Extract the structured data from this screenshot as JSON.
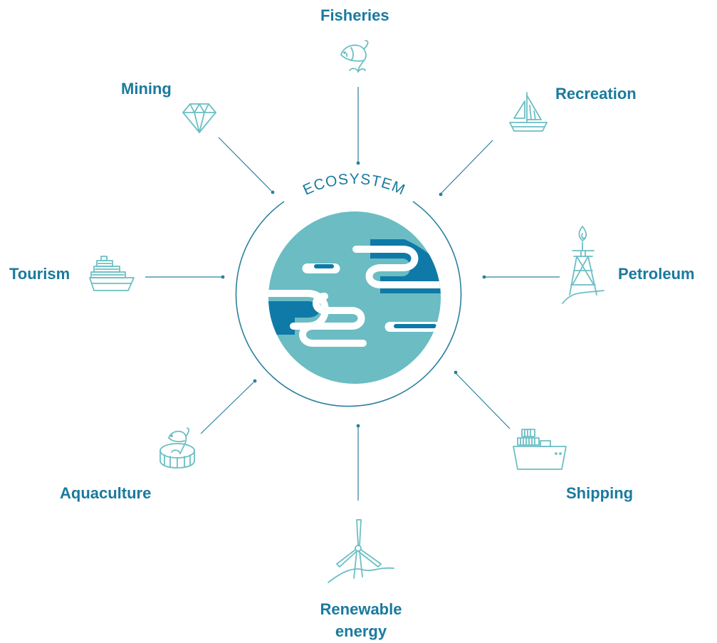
{
  "center": {
    "label": "ECOSYSTEM"
  },
  "sectors": {
    "fisheries": "Fisheries",
    "recreation": "Recreation",
    "petroleum": "Petroleum",
    "shipping": "Shipping",
    "renewable_energy": [
      "Renewable",
      "energy"
    ],
    "aquaculture": "Aquaculture",
    "tourism": "Tourism",
    "mining": "Mining"
  },
  "icons": {
    "fisheries": "fish-icon",
    "recreation": "sailboat-icon",
    "petroleum": "oil-rig-icon",
    "shipping": "cargo-ship-icon",
    "renewable_energy": "wind-turbine-icon",
    "aquaculture": "fish-farm-icon",
    "tourism": "cruise-ship-icon",
    "mining": "diamond-icon"
  },
  "colors": {
    "label": "#1a7a9e",
    "icon": "#6cbfc4",
    "globe_light": "#6bbcc3",
    "globe_dark": "#0f7aa8",
    "line": "#2c7f9e"
  }
}
